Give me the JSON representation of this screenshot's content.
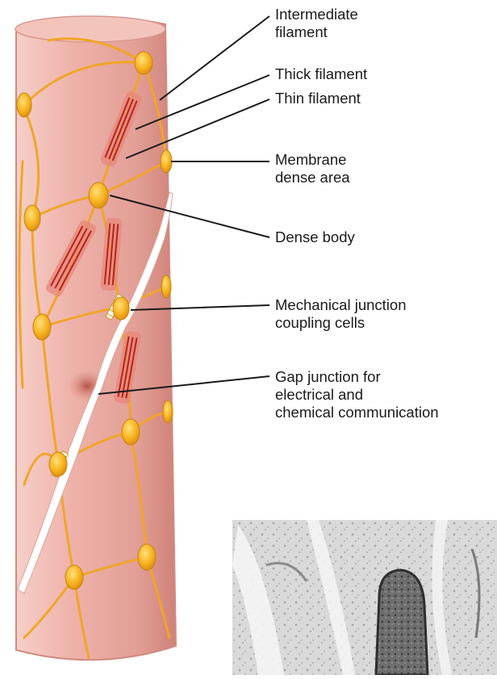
{
  "labels": {
    "intermediate_filament": [
      "Intermediate",
      "filament"
    ],
    "thick_filament": [
      "Thick filament"
    ],
    "thin_filament": [
      "Thin filament"
    ],
    "membrane_dense_area": [
      "Membrane",
      "dense area"
    ],
    "dense_body": [
      "Dense body"
    ],
    "mechanical_junction": [
      "Mechanical junction",
      "coupling cells"
    ],
    "gap_junction": [
      "Gap junction for",
      "electrical and",
      "chemical communication"
    ]
  },
  "colors": {
    "cell_body": "#e8a7a0",
    "cell_edge": "#c97870",
    "filament_orange": "#f2a92a",
    "dense_body_fill": "#f7b520",
    "contractile_red": "#c0342c",
    "leader_line": "#1a1a1a"
  },
  "micrograph": {
    "description_icon": "electron-micrograph-image"
  }
}
